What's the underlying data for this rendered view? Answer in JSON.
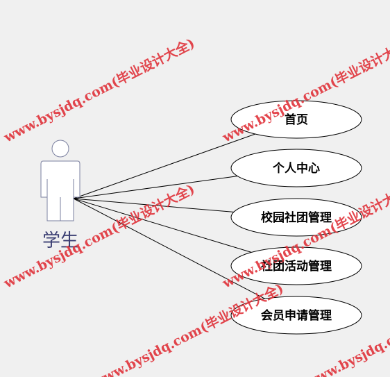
{
  "actor": {
    "label": "学生",
    "icon": "actor-stick-figure-icon",
    "stroke_color": "#7a7f9f",
    "label_color": "#3b3f73"
  },
  "use_cases": [
    {
      "id": "home",
      "label": "首页"
    },
    {
      "id": "personal",
      "label": "个人中心"
    },
    {
      "id": "club-mgmt",
      "label": "校园社团管理"
    },
    {
      "id": "activity-mgmt",
      "label": "社团活动管理"
    },
    {
      "id": "member-app-mgmt",
      "label": "会员申请管理"
    }
  ],
  "watermark": {
    "text": "www.bysjdq.com(毕业设计大全)",
    "color": "#e0323a"
  },
  "colors": {
    "background": "#f0f0f0",
    "line": "#000000"
  }
}
